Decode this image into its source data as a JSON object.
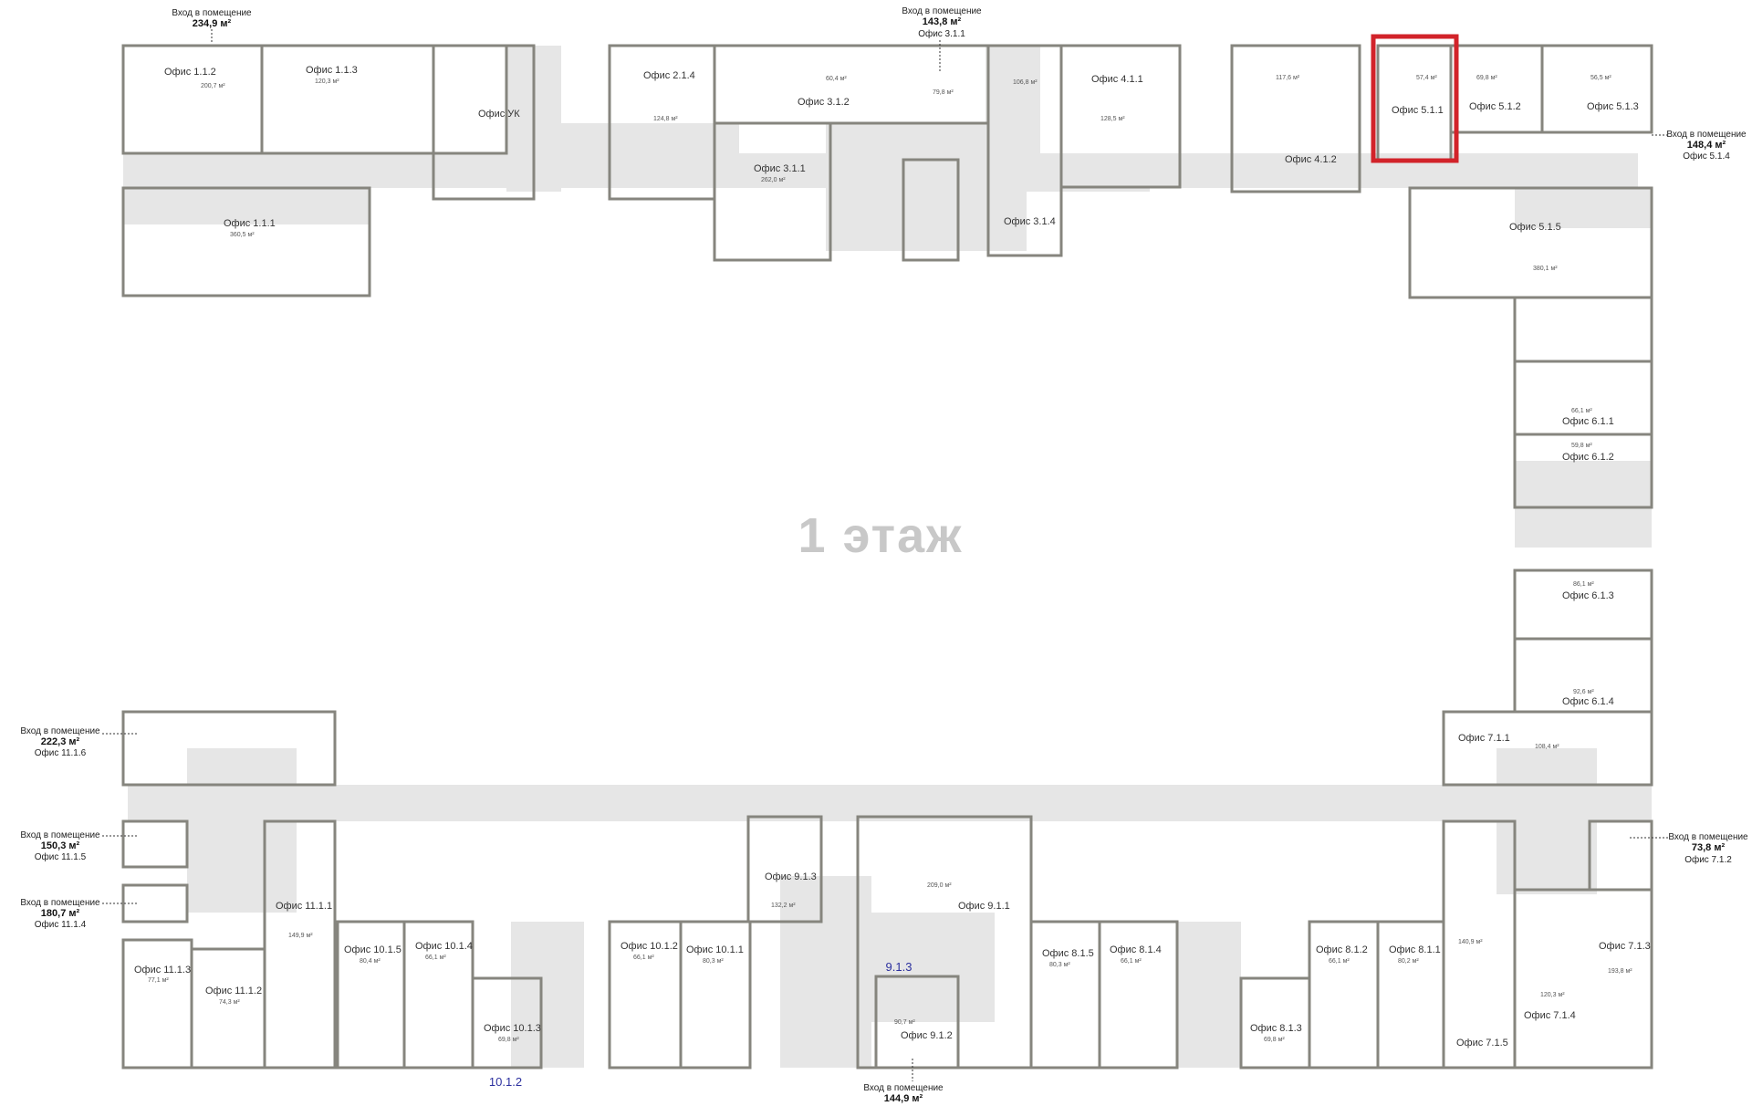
{
  "floor_title": "1 этаж",
  "colors": {
    "wall": "#86857e",
    "corridor": "#e6e6e6",
    "highlight": "#d2232a",
    "blue_label": "#2b2f9e"
  },
  "offices": {
    "o112": {
      "name": "Офис 1.1.2",
      "area": "200,7 м²"
    },
    "o113": {
      "name": "Офис 1.1.3",
      "area": "120,3 м²"
    },
    "o111": {
      "name": "Офис 1.1.1",
      "area": "360,5 м²"
    },
    "ouk": {
      "name": "Офис УК"
    },
    "o214": {
      "name": "Офис 2.1.4",
      "area": "124,8 м²"
    },
    "o312": {
      "name": "Офис 3.1.2",
      "area": "60,4 м²"
    },
    "o311": {
      "name": "Офис 3.1.1",
      "area": "262,0 м²"
    },
    "o313a": {
      "area": "79,8 м²"
    },
    "o314": {
      "name": "Офис 3.1.4",
      "area": "106,8 м²"
    },
    "o411": {
      "name": "Офис 4.1.1",
      "area": "128,5 м²"
    },
    "o412": {
      "name": "Офис 4.1.2",
      "area": "117,6 м²"
    },
    "o511": {
      "name": "Офис 5.1.1",
      "area": "57,4 м²"
    },
    "o512": {
      "name": "Офис 5.1.2",
      "area": "69,8 м²"
    },
    "o513": {
      "name": "Офис 5.1.3",
      "area": "56,5 м²"
    },
    "o515": {
      "name": "Офис 5.1.5",
      "area": "380,1 м²"
    },
    "o611": {
      "name": "Офис 6.1.1",
      "area": "66,1 м²"
    },
    "o612": {
      "name": "Офис 6.1.2",
      "area": "59,8 м²"
    },
    "o613": {
      "name": "Офис 6.1.3",
      "area": "86,1 м²"
    },
    "o614": {
      "name": "Офис 6.1.4",
      "area": "92,6 м²"
    },
    "o711": {
      "name": "Офис 7.1.1",
      "area": "108,4 м²"
    },
    "o713": {
      "name": "Офис 7.1.3",
      "area": "193,8 м²"
    },
    "o714": {
      "name": "Офис 7.1.4",
      "area": "120,3 м²"
    },
    "o715": {
      "name": "Офис 7.1.5",
      "area": "140,9 м²"
    },
    "o811": {
      "name": "Офис 8.1.1",
      "area": "80,2 м²"
    },
    "o812": {
      "name": "Офис 8.1.2",
      "area": "66,1 м²"
    },
    "o813": {
      "name": "Офис 8.1.3",
      "area": "69,8 м²"
    },
    "o814": {
      "name": "Офис 8.1.4",
      "area": "66,1 м²"
    },
    "o815": {
      "name": "Офис 8.1.5",
      "area": "80,3 м²"
    },
    "o911": {
      "name": "Офис 9.1.1",
      "area": "209,0 м²"
    },
    "o912": {
      "name": "Офис 9.1.2",
      "area": "90,7 м²"
    },
    "o913": {
      "name": "Офис 9.1.3",
      "area": "132,2 м²"
    },
    "o1011": {
      "name": "Офис 10.1.1",
      "area": "80,3 м²"
    },
    "o1012": {
      "name": "Офис 10.1.2",
      "area": "66,1 м²"
    },
    "o1013": {
      "name": "Офис 10.1.3",
      "area": "69,8 м²"
    },
    "o1014": {
      "name": "Офис 10.1.4",
      "area": "66,1 м²"
    },
    "o1015": {
      "name": "Офис 10.1.5",
      "area": "80,4 м²"
    },
    "o1111": {
      "name": "Офис 11.1.1",
      "area": "149,9 м²"
    },
    "o1112": {
      "name": "Офис 11.1.2",
      "area": "74,3 м²"
    },
    "o1113": {
      "name": "Офис 11.1.3",
      "area": "77,1 м²"
    }
  },
  "entrances": {
    "top_left": {
      "title": "Вход в помещение",
      "area": "234,9 м²"
    },
    "top_mid": {
      "title": "Вход в помещение",
      "area": "143,8 м²",
      "office": "Офис 3.1.1"
    },
    "right_514": {
      "title": "Вход в помещение",
      "area": "148,4 м²",
      "office": "Офис 5.1.4"
    },
    "left_1116": {
      "title": "Вход в помещение",
      "area": "222,3 м²",
      "office": "Офис 11.1.6"
    },
    "left_1115": {
      "title": "Вход в помещение",
      "area": "150,3 м²",
      "office": "Офис 11.1.5"
    },
    "left_1114": {
      "title": "Вход в помещение",
      "area": "180,7 м²",
      "office": "Офис 11.1.4"
    },
    "right_712": {
      "title": "Вход в помещение",
      "area": "73,8 м²",
      "office": "Офис 7.1.2"
    },
    "bottom_mid": {
      "title": "Вход в помещение",
      "area": "144,9 м²"
    }
  },
  "blue_labels": {
    "b913": "9.1.3",
    "b1012": "10.1.2"
  }
}
